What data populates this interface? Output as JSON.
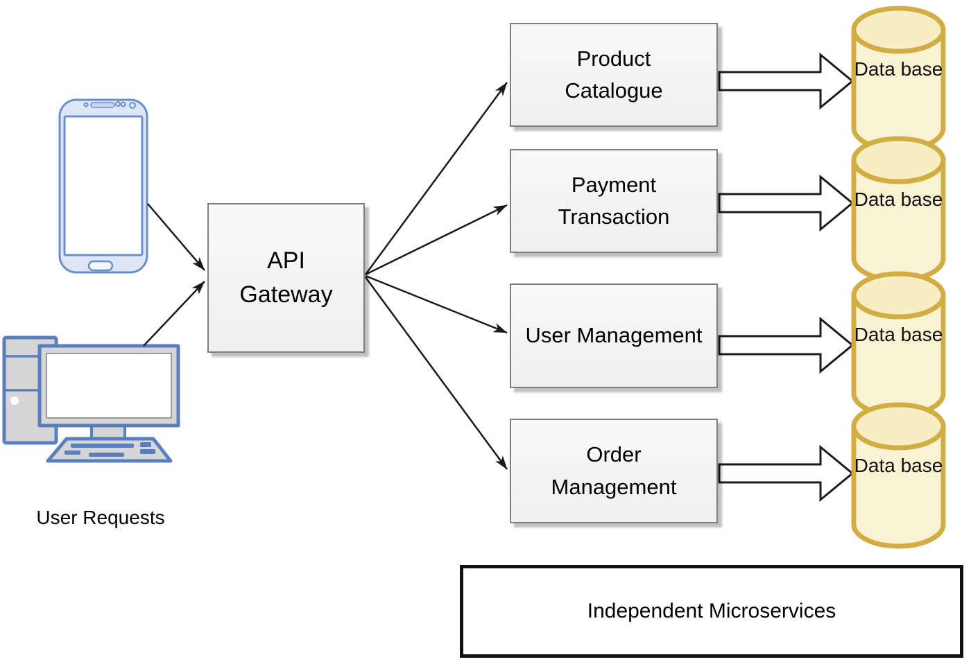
{
  "left_group": {
    "caption": "User Requests",
    "icons": [
      {
        "name": "smartphone-icon"
      },
      {
        "name": "desktop-computer-icon"
      }
    ]
  },
  "gateway": {
    "lines": [
      "API",
      "Gateway"
    ]
  },
  "services": [
    {
      "id": "product-catalogue",
      "lines": [
        "Product",
        "Catalogue"
      ]
    },
    {
      "id": "payment-transaction",
      "lines": [
        "Payment",
        "Transaction"
      ]
    },
    {
      "id": "user-management",
      "lines": [
        "User Management"
      ]
    },
    {
      "id": "order-management",
      "lines": [
        "Order",
        "Management"
      ]
    }
  ],
  "databases": [
    {
      "icon": "database-cylinder-icon",
      "lines": [
        "Data",
        "base"
      ]
    },
    {
      "icon": "database-cylinder-icon",
      "lines": [
        "Data",
        "base"
      ]
    },
    {
      "icon": "database-cylinder-icon",
      "lines": [
        "Data",
        "base"
      ]
    },
    {
      "icon": "database-cylinder-icon",
      "lines": [
        "Data",
        "base"
      ]
    }
  ],
  "footer": {
    "label": "Independent Microservices"
  },
  "colors": {
    "line_color": "#1a1a1a",
    "box_border": "#7e7e7e",
    "db_fill": "#faf3d3",
    "db_top_fill": "#f7eec6",
    "db_stroke": "#d1ad44",
    "device_blue": "#5b7fbe",
    "device_border": "#6b8ec8",
    "phone_fill": "#dce6f4",
    "tower_fill": "#d6d6d6"
  }
}
